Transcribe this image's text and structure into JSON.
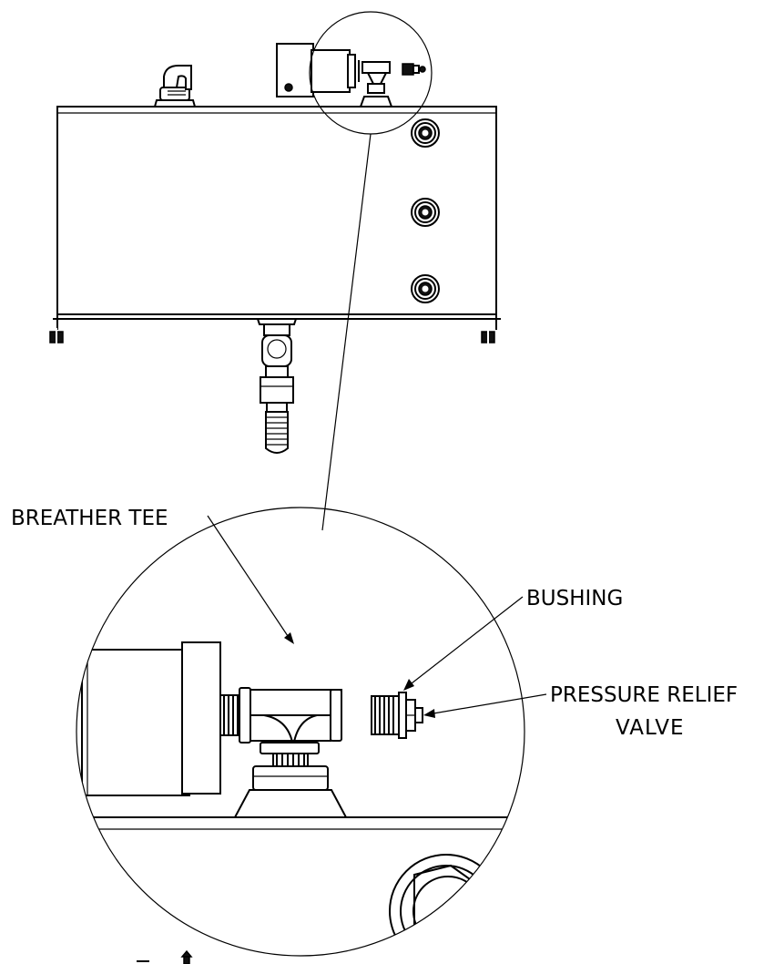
{
  "diagram": {
    "callouts": {
      "breather_tee": "BREATHER TEE",
      "bushing": "BUSHING",
      "pressure_relief_line1": "PRESSURE RELIEF",
      "pressure_relief_line2": "VALVE"
    },
    "detail_view": "magnified view of tank top fittings",
    "line_color": "#000000",
    "background_color": "#ffffff"
  }
}
